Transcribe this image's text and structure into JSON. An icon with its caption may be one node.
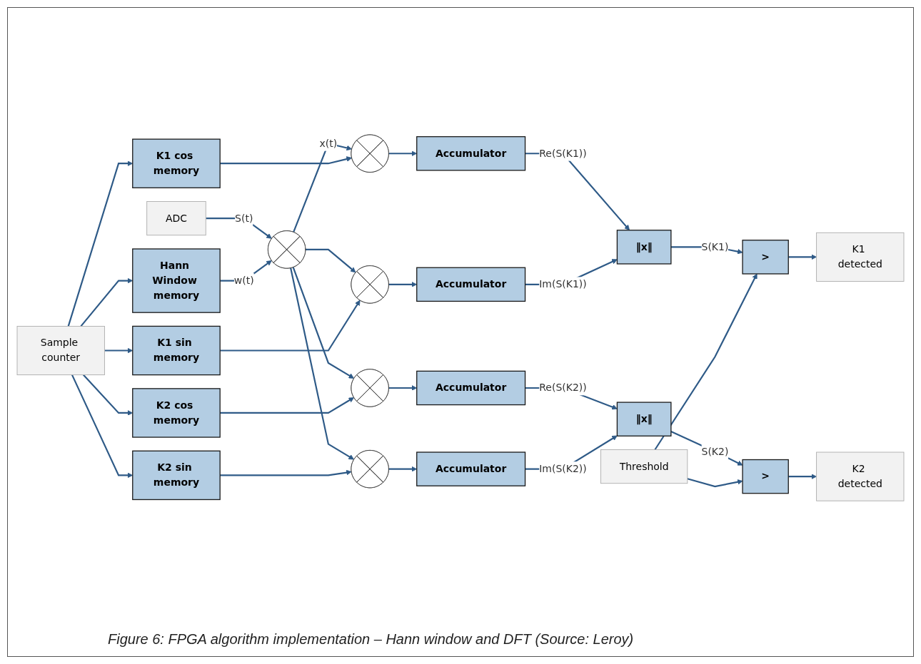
{
  "diagram": {
    "caption": "Figure 6: FPGA algorithm implementation – Hann window and DFT (Source: Leroy)",
    "nodes": [
      {
        "text": [
          "ADC"
        ]
      },
      {
        "text": [],
        "shape": "circle"
      },
      {
        "text": [
          "Sample counter"
        ]
      },
      {
        "text": [
          "Hann Window memory"
        ]
      },
      {
        "text": [
          "K1 cos memory"
        ]
      },
      {
        "text": [],
        "shape": "circle"
      },
      {
        "text": [
          "Accumulator"
        ]
      },
      {
        "text": [
          "K1 sin memory"
        ]
      },
      {
        "text": [],
        "shape": "circle"
      },
      {
        "text": [
          "Accumulator"
        ]
      },
      {
        "text": [
          "‖x‖"
        ]
      },
      {
        "text": [
          ">"
        ]
      },
      {
        "text": [
          "K1 detected"
        ]
      },
      {
        "text": [
          "K2 cos memory"
        ]
      },
      {
        "text": [],
        "shape": "circle"
      },
      {
        "text": [
          "Accumulator"
        ]
      },
      {
        "text": [
          "K2 sin memory"
        ]
      },
      {
        "text": [],
        "shape": "circle"
      },
      {
        "text": [
          "Accumulator"
        ]
      },
      {
        "text": [
          "‖x‖"
        ]
      },
      {
        "text": [
          ">"
        ]
      },
      {
        "text": [
          "K2 detected"
        ]
      },
      {
        "text": [
          "Threshold"
        ]
      }
    ],
    "edges": [
      {
        "from": 0,
        "to": 1,
        "arrow": "to",
        "label": "S(t)"
      },
      {
        "from": 3,
        "to": 1,
        "arrow": "to",
        "label": "w(t)"
      },
      {
        "from": 2,
        "to": 3,
        "arrow": "to"
      },
      {
        "from": 2,
        "to": 4,
        "arrow": "to"
      },
      {
        "from": 2,
        "to": 7,
        "arrow": "to"
      },
      {
        "from": 2,
        "to": 13,
        "arrow": "to"
      },
      {
        "from": 2,
        "to": 16,
        "arrow": "to"
      },
      {
        "from": 1,
        "to": 5,
        "arrow": "to",
        "label": "x(t)"
      },
      {
        "from": 1,
        "to": 8,
        "arrow": "to"
      },
      {
        "from": 1,
        "to": 14,
        "arrow": "to"
      },
      {
        "from": 1,
        "to": 17,
        "arrow": "to"
      },
      {
        "from": 4,
        "to": 5,
        "arrow": "to"
      },
      {
        "from": 5,
        "to": 6,
        "arrow": "to"
      },
      {
        "from": 7,
        "to": 8,
        "arrow": "to"
      },
      {
        "from": 8,
        "to": 9,
        "arrow": "to"
      },
      {
        "from": 13,
        "to": 14,
        "arrow": "to"
      },
      {
        "from": 14,
        "to": 15,
        "arrow": "to"
      },
      {
        "from": 16,
        "to": 17,
        "arrow": "to"
      },
      {
        "from": 17,
        "to": 18,
        "arrow": "to"
      },
      {
        "from": 6,
        "to": 10,
        "arrow": "to",
        "label": "Re(S(K1))"
      },
      {
        "from": 9,
        "to": 10,
        "arrow": "to",
        "label": "Im(S(K1))"
      },
      {
        "from": 10,
        "to": 11,
        "arrow": "to",
        "label": "S(K1)"
      },
      {
        "from": 11,
        "to": 12,
        "arrow": "to"
      },
      {
        "from": 15,
        "to": 19,
        "arrow": "to",
        "label": "Re(S(K2))"
      },
      {
        "from": 18,
        "to": 19,
        "arrow": "to",
        "label": "Im(S(K2))"
      },
      {
        "from": 19,
        "to": 20,
        "arrow": "to",
        "label": "S(K2)"
      },
      {
        "from": 20,
        "to": 21,
        "arrow": "to"
      },
      {
        "from": 22,
        "to": 20,
        "arrow": "to"
      },
      {
        "from": 22,
        "to": 11,
        "arrow": "to"
      }
    ]
  }
}
